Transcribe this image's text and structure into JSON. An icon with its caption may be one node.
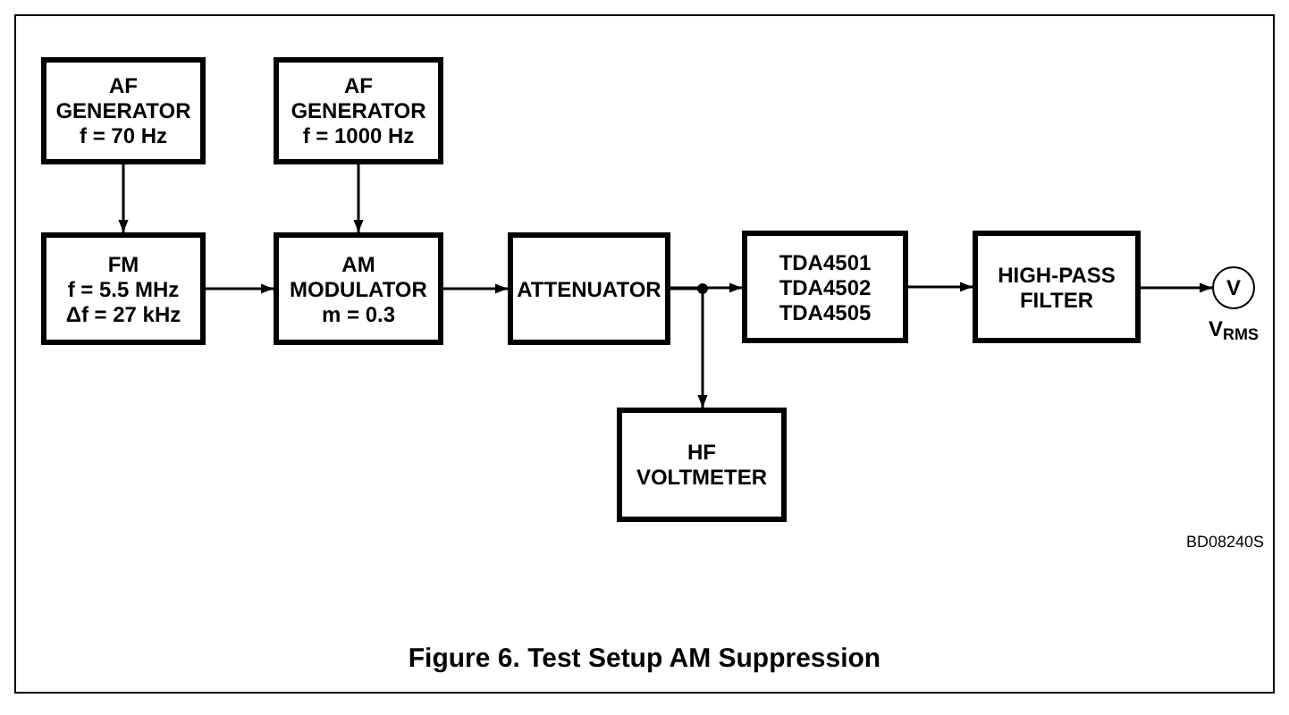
{
  "diagram": {
    "title": "Figure 6. Test Setup AM Suppression",
    "nodes": [
      {
        "text": [
          "AF GENERATOR",
          "f = 70 Hz"
        ]
      },
      {
        "text": [
          "AF GENERATOR",
          "f = 1000 Hz"
        ]
      },
      {
        "text": [
          "FM",
          "f = 5.5 MHz",
          "Δf = 27 kHz"
        ]
      },
      {
        "text": [
          "AM MODULATOR",
          "m = 0.3"
        ]
      },
      {
        "text": [
          "ATTENUATOR"
        ]
      },
      {
        "text": [
          "TDA4501",
          "TDA4502",
          "TDA4505"
        ]
      },
      {
        "text": [
          "HIGH-PASS FILTER"
        ]
      },
      {
        "text": [
          "V"
        ],
        "beside": [
          "V$_{RMS}$"
        ]
      },
      {
        "text": [
          "HF VOLTMETER"
        ]
      }
    ],
    "edges": [
      {
        "from": 0,
        "to": 2,
        "arrow": "to"
      },
      {
        "from": 1,
        "to": 3,
        "arrow": "to"
      },
      {
        "from": 2,
        "to": 3,
        "arrow": "to"
      },
      {
        "from": 3,
        "to": 4,
        "arrow": "to"
      },
      {
        "from": 4,
        "to": 5,
        "arrow": "to"
      },
      {
        "from": 4,
        "to": 8,
        "arrow": "to"
      },
      {
        "from": 5,
        "to": 6,
        "arrow": "to"
      },
      {
        "from": 6,
        "to": 7,
        "arrow": "to"
      }
    ],
    "labels": [
      "BD08240S"
    ]
  }
}
